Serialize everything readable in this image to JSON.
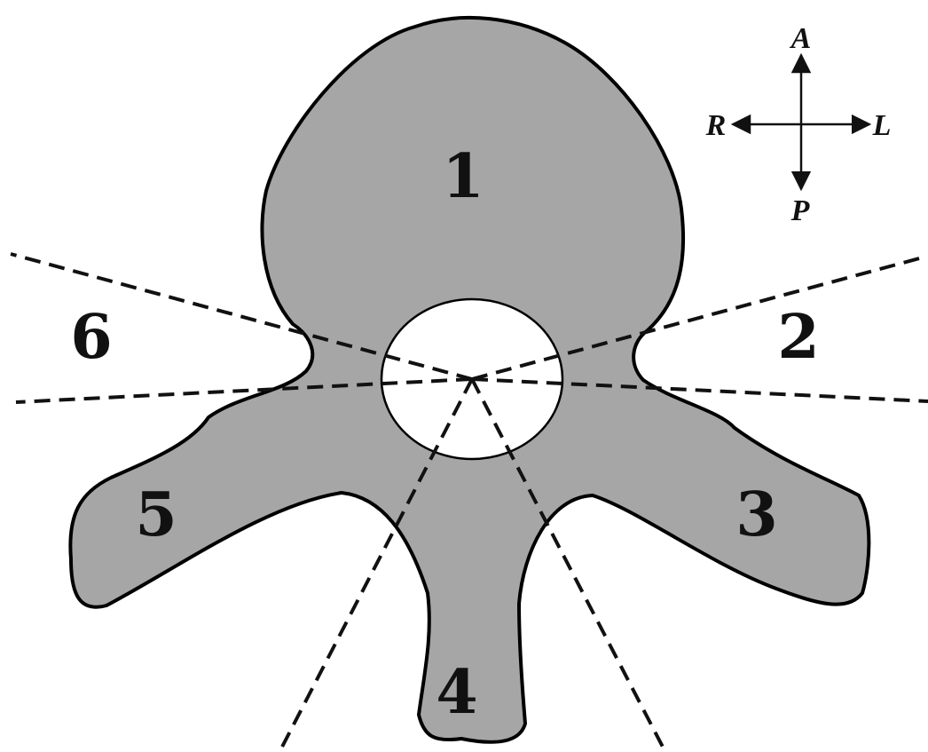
{
  "diagram": {
    "regions": [
      "1",
      "2",
      "3",
      "4",
      "5",
      "6"
    ],
    "orientation": {
      "anterior": "A",
      "posterior": "P",
      "right": "R",
      "left": "L"
    }
  },
  "colors": {
    "bone_fill": "#a6a6a6",
    "outline": "#000000",
    "canal_fill": "#ffffff",
    "background": "#ffffff"
  }
}
